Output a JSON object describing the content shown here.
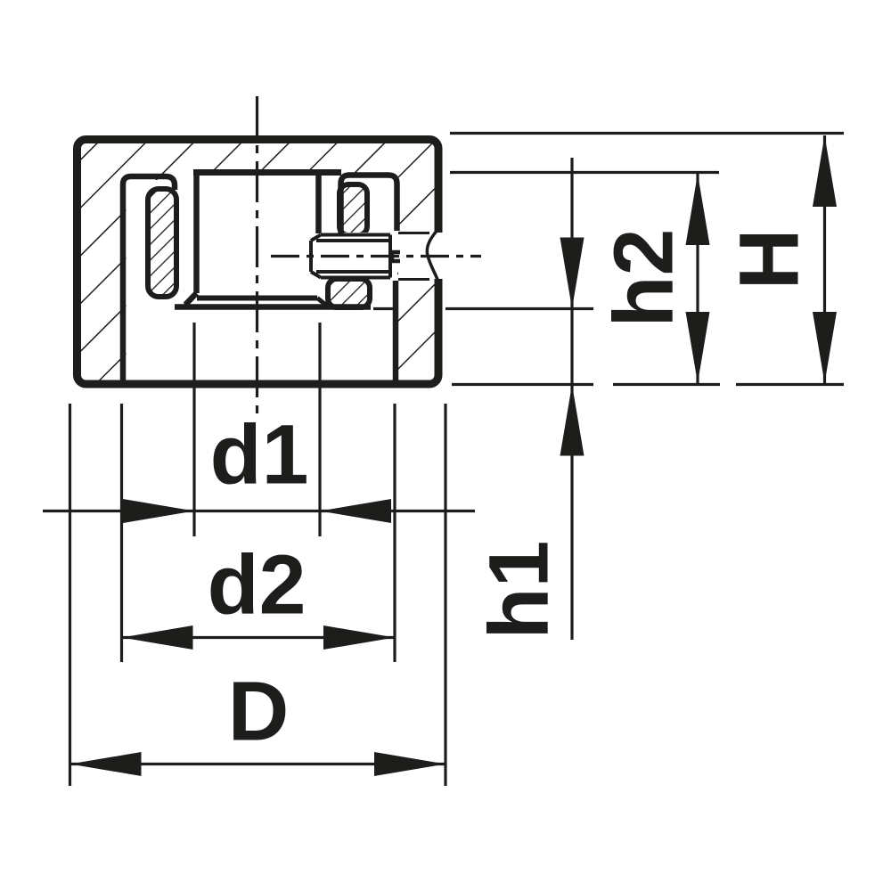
{
  "drawing": {
    "title": "Knob cross-section technical drawing",
    "ink_color": "#1d1d1b",
    "background_color": "#ffffff",
    "dimensions": {
      "D": "D",
      "d1": "d1",
      "d2": "d2",
      "H": "H",
      "h1": "h1",
      "h2": "h2"
    }
  }
}
